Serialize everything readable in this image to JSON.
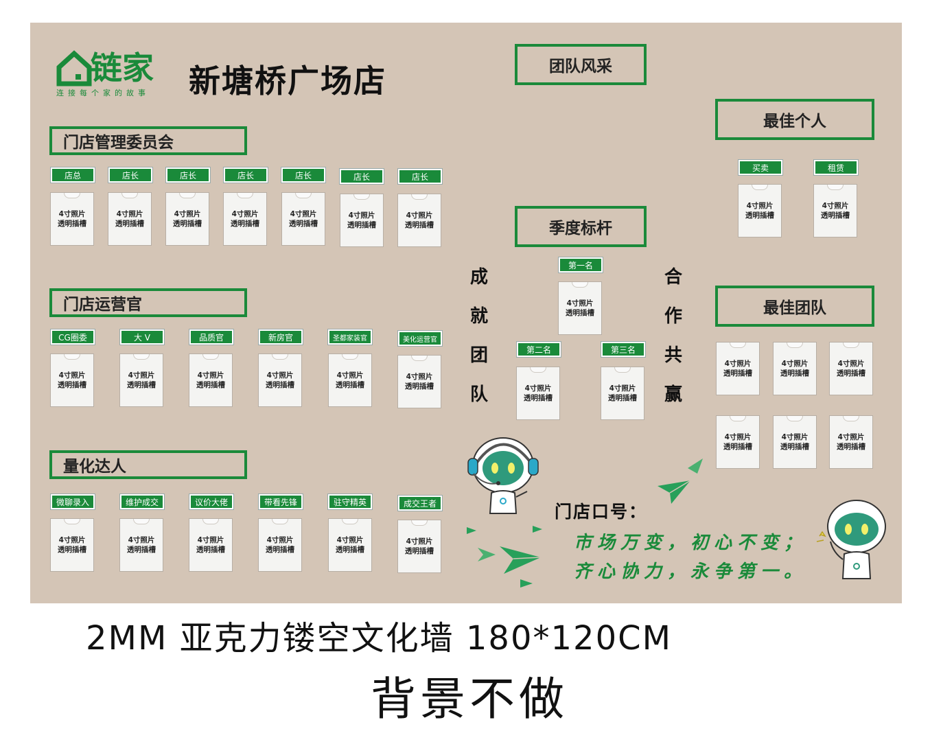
{
  "logo": {
    "brand": "链家",
    "tagline": "连接每个家的故事"
  },
  "store_name": "新塘桥广场店",
  "sections": {
    "committee": "门店管理委员会",
    "operations": "门店运营官",
    "quantified": "量化达人",
    "team_style": "团队风采",
    "quarter": "季度标杆",
    "best_individual": "最佳个人",
    "best_team": "最佳团队"
  },
  "committee_roles": [
    "店总",
    "店长",
    "店长",
    "店长",
    "店长",
    "店长",
    "店长"
  ],
  "operations_roles": [
    "CG圈委",
    "大 V",
    "品质官",
    "新房官",
    "圣都家装官",
    "美化运营官"
  ],
  "quantified_roles": [
    "微聊录入",
    "维护成交",
    "议价大佬",
    "带看先锋",
    "驻守精英",
    "成交王者"
  ],
  "quarter_ranks": [
    "第一名",
    "第二名",
    "第三名"
  ],
  "individual_roles": [
    "买卖",
    "租赁"
  ],
  "photo_label": {
    "line1": "4寸照片",
    "line2": "透明插槽"
  },
  "side_left": [
    "成",
    "就",
    "团",
    "队"
  ],
  "side_right": [
    "合",
    "作",
    "共",
    "赢"
  ],
  "slogan": {
    "label": "门店口号：",
    "line1": "市场万变，初心不变；",
    "line2": "齐心协力，永争第一。"
  },
  "footer": {
    "spec": "2MM 亚克力镂空文化墙 180*120CM",
    "note": "背景不做"
  },
  "colors": {
    "board": "#d4c5b6",
    "accent": "#1a8a3a"
  }
}
